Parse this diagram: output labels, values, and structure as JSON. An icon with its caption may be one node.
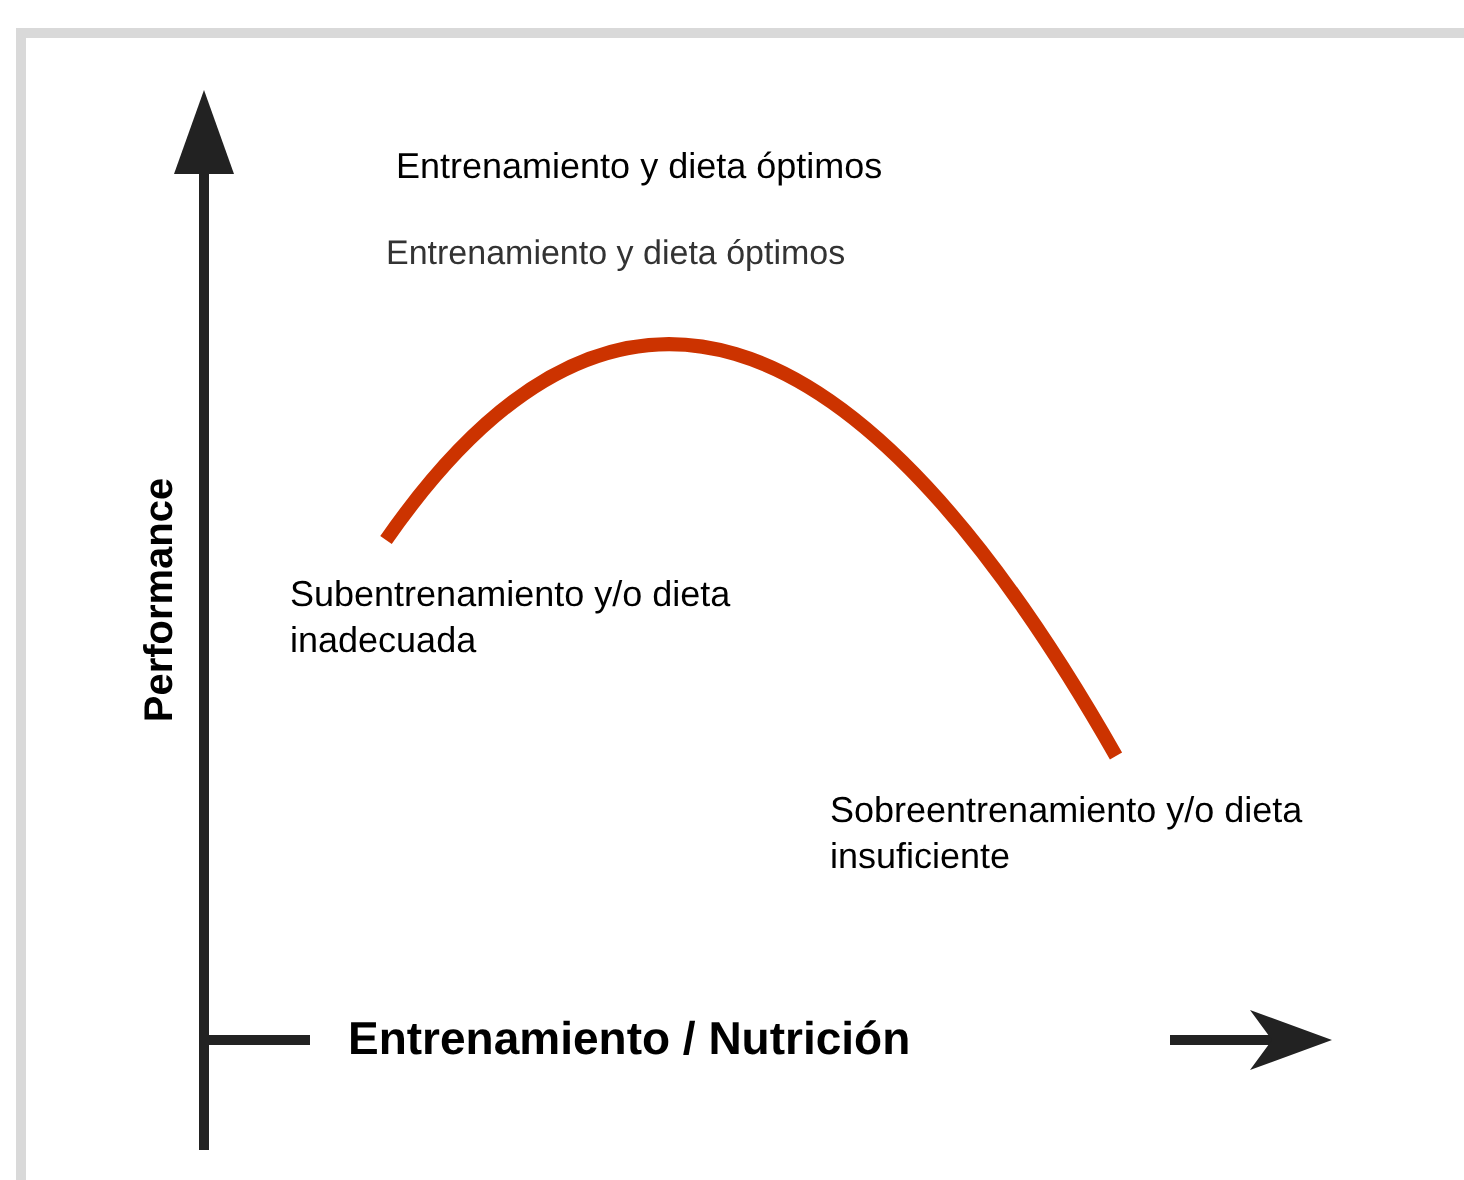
{
  "diagram": {
    "labels": [
      "Entrenamiento y dieta óptimos",
      "Entrenamiento y dieta óptimos",
      "Performance",
      "Subentrenamiento y/o dieta inadecuada",
      "Sobreentrenamiento y/o dieta insuficiente",
      "Entrenamiento / Nutrición"
    ]
  }
}
